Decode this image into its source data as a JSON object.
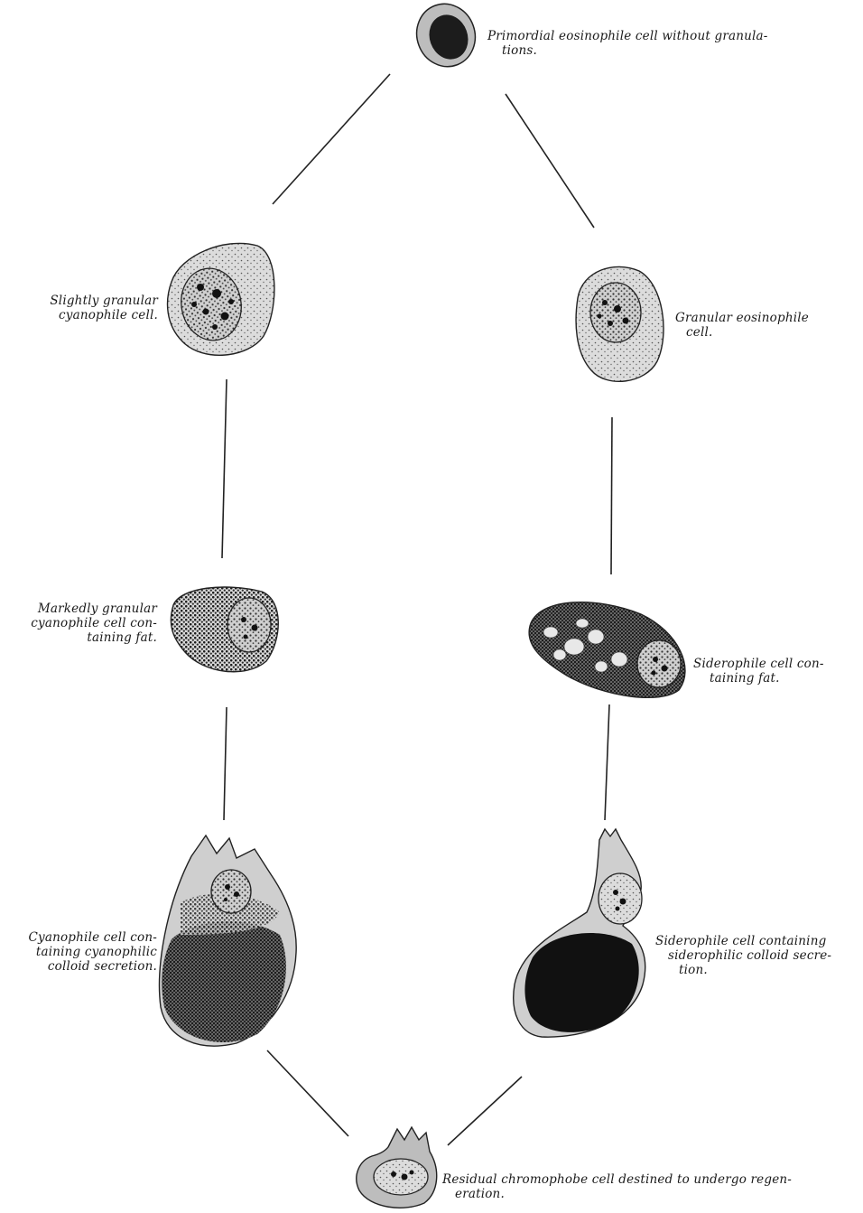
{
  "labels": {
    "primordial": [
      "Primordial eosinophile cell without granula-",
      "tions."
    ],
    "slightly_granular": [
      "Slightly granular",
      "cyanophile cell."
    ],
    "granular_eosinophile": [
      "Granular eosinophile",
      "cell."
    ],
    "markedly_granular": [
      "Markedly granular",
      "cyanophile cell con-",
      "taining fat."
    ],
    "siderophile_fat": [
      "Siderophile cell con-",
      "taining fat."
    ],
    "cyanophile_colloid": [
      "Cyanophile cell con-",
      "taining cyanophilic",
      "colloid secretion."
    ],
    "siderophile_colloid": [
      "Siderophile cell containing",
      "siderophilic colloid secre-",
      "tion."
    ],
    "residual": [
      "Residual chromophobe cell destined to undergo regen-",
      "eration."
    ]
  },
  "colors": {
    "line": "#222222",
    "cytoplasm_light": "#d9d9d9",
    "cytoplasm_mid": "#bdbdbd",
    "stipple": "#333333",
    "nucleus_dark": "#1c1c1c",
    "colloid_dark": "#111111"
  }
}
